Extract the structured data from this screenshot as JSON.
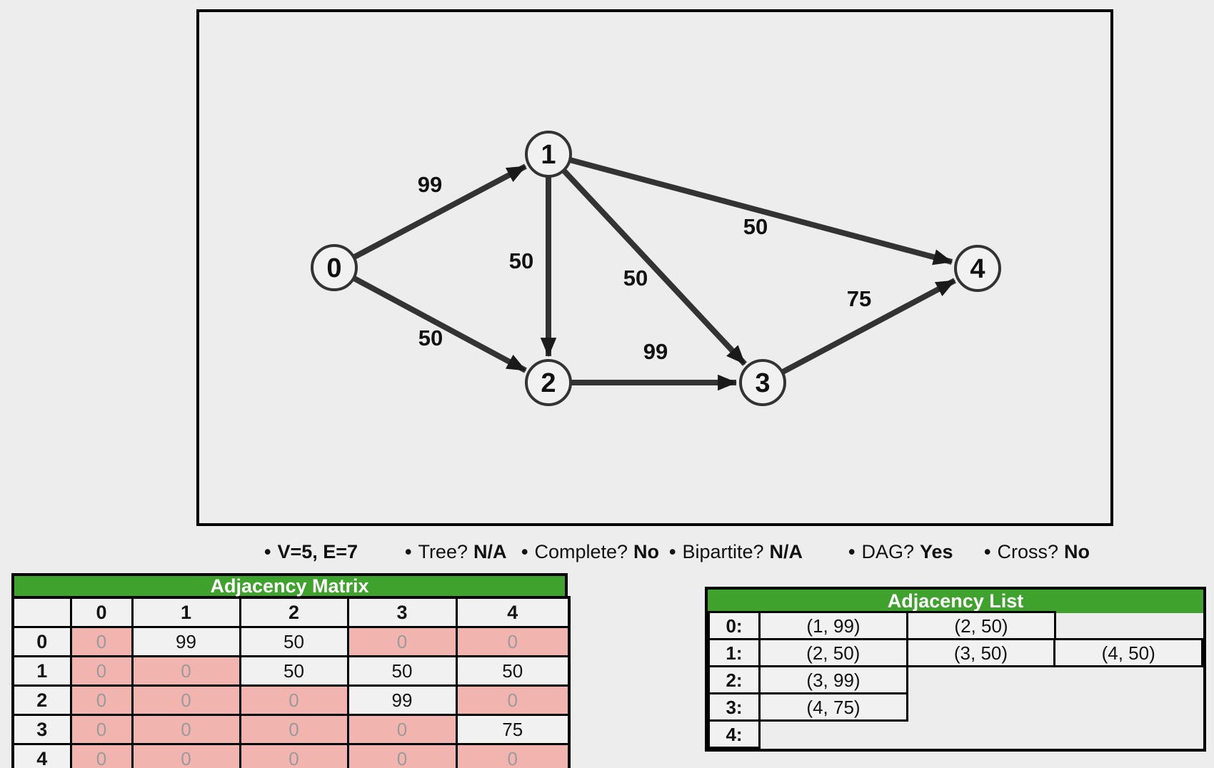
{
  "colors": {
    "background": "#EDEDED",
    "panel_border": "#000000",
    "node_stroke": "#333333",
    "edge": "#333333",
    "arrowhead": "#1A1A1A",
    "header_green": "#3EA22C",
    "cell_pink": "#F2B4AE",
    "zero_gray": "#9B9B9B",
    "cell_light": "#F1F1F1"
  },
  "graph": {
    "nodes": [
      {
        "label": "0"
      },
      {
        "label": "1"
      },
      {
        "label": "2"
      },
      {
        "label": "3"
      },
      {
        "label": "4"
      }
    ],
    "edges": [
      {
        "from": "0",
        "to": "1",
        "weight": "99"
      },
      {
        "from": "0",
        "to": "2",
        "weight": "50"
      },
      {
        "from": "1",
        "to": "2",
        "weight": "50"
      },
      {
        "from": "1",
        "to": "3",
        "weight": "50"
      },
      {
        "from": "1",
        "to": "4",
        "weight": "50"
      },
      {
        "from": "2",
        "to": "3",
        "weight": "99"
      },
      {
        "from": "3",
        "to": "4",
        "weight": "75"
      }
    ]
  },
  "stats": {
    "items": [
      {
        "question": "",
        "answer": "V=5, E=7"
      },
      {
        "question": "Tree?",
        "answer": "N/A"
      },
      {
        "question": "Complete?",
        "answer": "No"
      },
      {
        "question": "Bipartite?",
        "answer": "N/A"
      },
      {
        "question": "DAG?",
        "answer": "Yes"
      },
      {
        "question": "Cross?",
        "answer": "No"
      }
    ]
  },
  "matrix": {
    "title": "Adjacency Matrix",
    "col_headers": [
      "0",
      "1",
      "2",
      "3",
      "4"
    ],
    "rows": [
      {
        "label": "0",
        "cells": [
          "0",
          "99",
          "50",
          "0",
          "0"
        ]
      },
      {
        "label": "1",
        "cells": [
          "0",
          "0",
          "50",
          "50",
          "50"
        ]
      },
      {
        "label": "2",
        "cells": [
          "0",
          "0",
          "0",
          "99",
          "0"
        ]
      },
      {
        "label": "3",
        "cells": [
          "0",
          "0",
          "0",
          "0",
          "75"
        ]
      },
      {
        "label": "4",
        "cells": [
          "0",
          "0",
          "0",
          "0",
          "0"
        ]
      }
    ]
  },
  "adjlist": {
    "title": "Adjacency List",
    "rows": [
      {
        "label": "0:",
        "entries": [
          "(1, 99)",
          "(2, 50)"
        ]
      },
      {
        "label": "1:",
        "entries": [
          "(2, 50)",
          "(3, 50)",
          "(4, 50)"
        ]
      },
      {
        "label": "2:",
        "entries": [
          "(3, 99)"
        ]
      },
      {
        "label": "3:",
        "entries": [
          "(4, 75)"
        ]
      },
      {
        "label": "4:",
        "entries": []
      }
    ]
  }
}
